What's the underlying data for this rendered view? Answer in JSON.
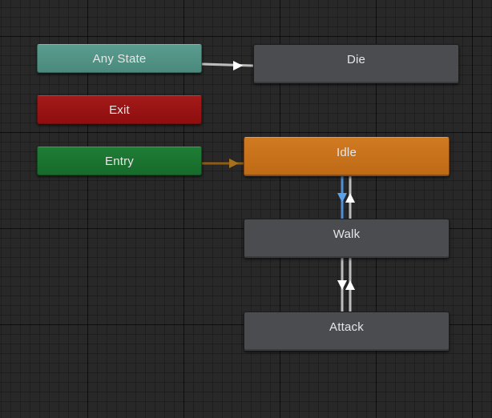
{
  "nodes": {
    "any_state": {
      "label": "Any State"
    },
    "exit": {
      "label": "Exit"
    },
    "entry": {
      "label": "Entry"
    },
    "die": {
      "label": "Die"
    },
    "idle": {
      "label": "Idle"
    },
    "walk": {
      "label": "Walk"
    },
    "attack": {
      "label": "Attack"
    }
  },
  "colors": {
    "canvas_background": "#282828",
    "any_state": "#4f9184",
    "exit": "#9a1414",
    "entry": "#1b7430",
    "state": "#4b4c50",
    "default_state": "#c8721b",
    "transition": "#bdbdbd",
    "entry_transition": "#8f5a12",
    "selected_transition": "#4e8fd6"
  },
  "transitions": [
    {
      "from": "Any State",
      "to": "Die"
    },
    {
      "from": "Entry",
      "to": "Idle"
    },
    {
      "from": "Idle",
      "to": "Walk"
    },
    {
      "from": "Walk",
      "to": "Idle"
    },
    {
      "from": "Walk",
      "to": "Attack"
    },
    {
      "from": "Attack",
      "to": "Walk"
    }
  ]
}
